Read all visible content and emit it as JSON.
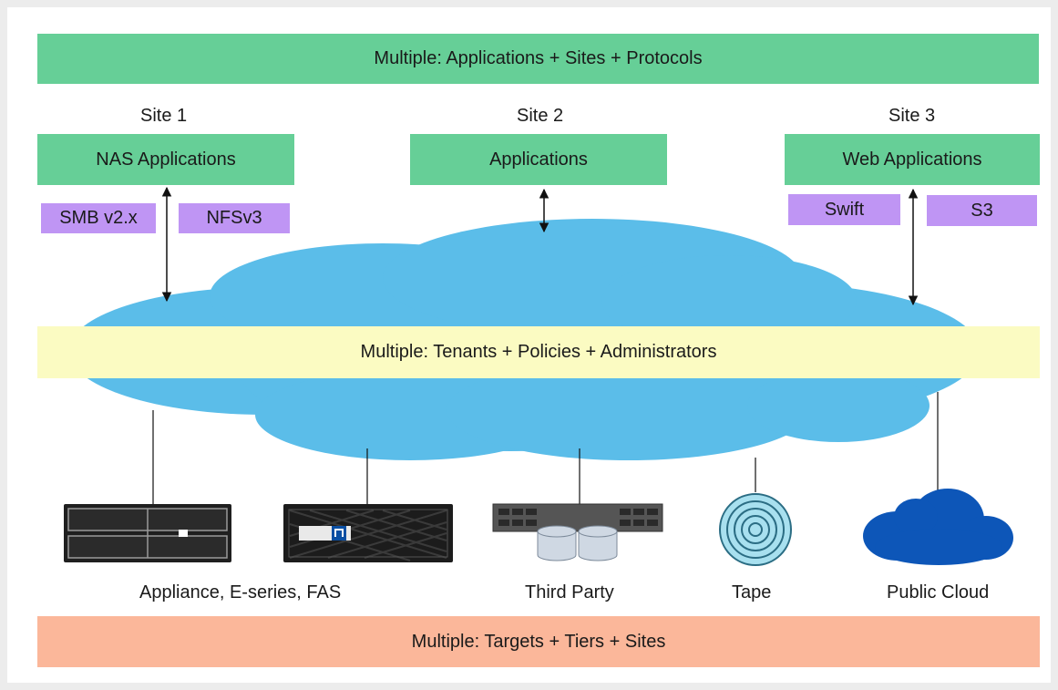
{
  "colors": {
    "green": "#66cf97",
    "purple": "#bf95f4",
    "yellow": "#fbfbc2",
    "salmon": "#fbb79a",
    "cloud": "#5bbde9",
    "public_cloud": "#0d56b8"
  },
  "top_banner": "Multiple: Applications + Sites + Protocols",
  "sites": [
    {
      "name": "Site 1",
      "app": "NAS Applications",
      "protocols": [
        "SMB v2.x",
        "NFSv3"
      ]
    },
    {
      "name": "Site 2",
      "app": "Applications",
      "protocols": []
    },
    {
      "name": "Site 3",
      "app": "Web Applications",
      "protocols": [
        "Swift",
        "S3"
      ]
    }
  ],
  "middle_banner": "Multiple: Tenants + Policies + Administrators",
  "targets": {
    "appliance": "Appliance, E-series, FAS",
    "third_party": "Third Party",
    "tape": "Tape",
    "public_cloud": "Public Cloud"
  },
  "bottom_banner": "Multiple: Targets + Tiers + Sites",
  "icons": [
    "storage-shelf-icon",
    "netapp-storage-icon",
    "server-disks-icon",
    "tape-reel-icon",
    "public-cloud-icon"
  ]
}
